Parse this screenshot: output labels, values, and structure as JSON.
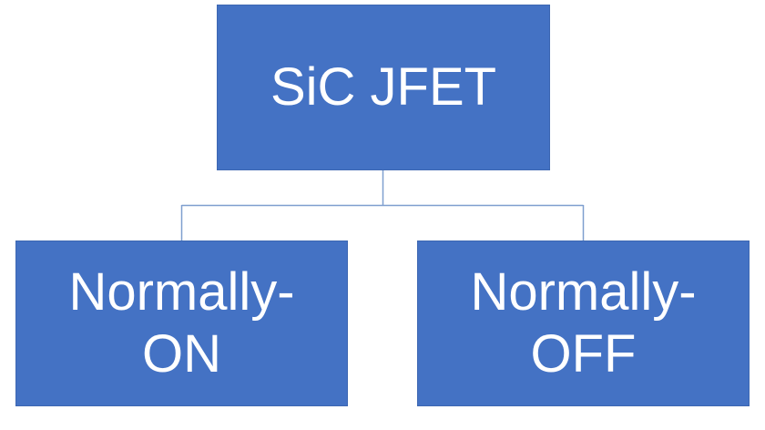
{
  "diagram": {
    "root": {
      "label": "SiC JFET"
    },
    "children": [
      {
        "label": "Normally-\nON"
      },
      {
        "label": "Normally-\nOFF"
      }
    ]
  },
  "colors": {
    "node_fill": "#4472c4",
    "node_border": "#3d67b2",
    "connector": "#7f9fcf",
    "text": "#ffffff",
    "background": "#ffffff"
  }
}
